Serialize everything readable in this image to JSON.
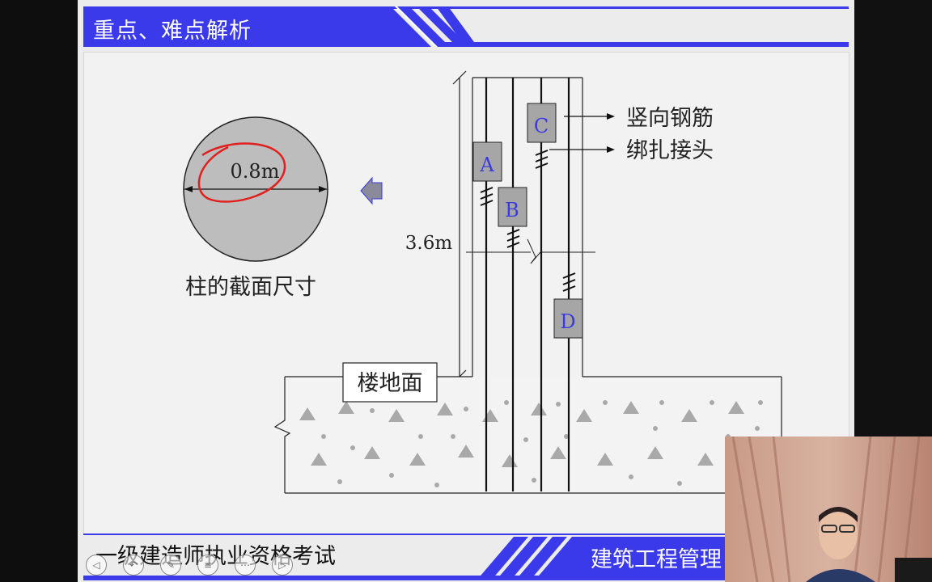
{
  "slide": {
    "header_title": "重点、难点解析",
    "footer_left": "一级建造师执业资格考试",
    "footer_right": "建筑工程管理"
  },
  "diagram": {
    "diameter_label": "0.8m",
    "circle_caption": "柱的截面尺寸",
    "height_label": "3.6m",
    "floor_label": "楼地面",
    "vertical_rebar_label": "竖向钢筋",
    "tie_joint_label": "绑扎接头",
    "box_a": "A",
    "box_b": "B",
    "box_c": "C",
    "box_d": "D"
  },
  "colors": {
    "header_blue": "#3a3aeb",
    "red_annotation": "#e0201e",
    "box_gray": "#a6a6a6",
    "box_letter": "#3a3adf"
  },
  "nav": [
    "prev-icon",
    "back-icon",
    "pen-icon",
    "menu-icon",
    "more-icon",
    "next-icon"
  ]
}
